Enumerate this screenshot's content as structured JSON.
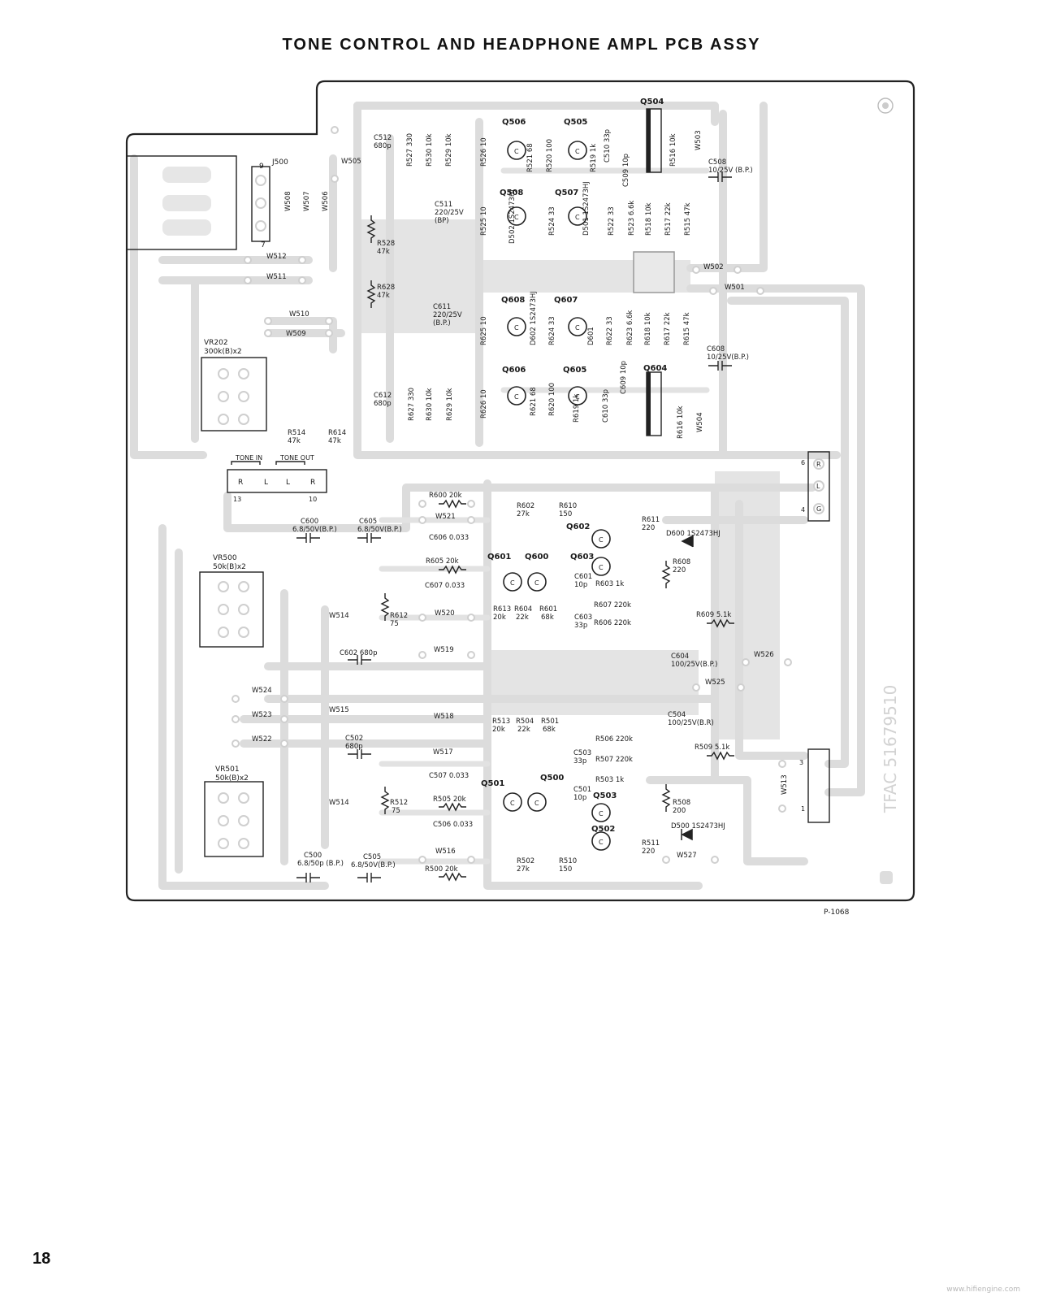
{
  "document": {
    "title": "TONE CONTROL AND HEADPHONE AMPL PCB ASSY",
    "page_number": "18",
    "drawing_number": "P-1068",
    "watermark": "www.hifiengine.com",
    "edge_marking": "TFAC 51679510"
  },
  "transistors": [
    {
      "id": "q506",
      "label": "Q506"
    },
    {
      "id": "q505",
      "label": "Q505"
    },
    {
      "id": "q508",
      "label": "Q508"
    },
    {
      "id": "q507",
      "label": "Q507"
    },
    {
      "id": "q608",
      "label": "Q608"
    },
    {
      "id": "q607",
      "label": "Q607"
    },
    {
      "id": "q606",
      "label": "Q606"
    },
    {
      "id": "q605",
      "label": "Q605"
    },
    {
      "id": "q504",
      "label": "Q504"
    },
    {
      "id": "q604",
      "label": "Q604"
    },
    {
      "id": "q601",
      "label": "Q601"
    },
    {
      "id": "q600",
      "label": "Q600"
    },
    {
      "id": "q602",
      "label": "Q602"
    },
    {
      "id": "q603",
      "label": "Q603"
    },
    {
      "id": "q501",
      "label": "Q501"
    },
    {
      "id": "q500",
      "label": "Q500"
    },
    {
      "id": "q503",
      "label": "Q503"
    },
    {
      "id": "q502",
      "label": "Q502"
    }
  ],
  "controls": {
    "j500": "J500",
    "vr202": [
      "VR202",
      "300k(B)x2"
    ],
    "vr500": [
      "VR500",
      "50k(B)x2"
    ],
    "vr501": [
      "VR501",
      "50k(B)x2"
    ],
    "tone_in": "TONE IN",
    "tone_out": "TONE OUT",
    "tone_pins": [
      "R",
      "L",
      "L",
      "R"
    ],
    "tone_nums": [
      "13",
      "10"
    ],
    "out_conn": [
      "R",
      "L",
      "G"
    ],
    "out_nums": [
      "6",
      "4"
    ],
    "conn_nums": [
      "3",
      "1"
    ],
    "j500_nums": [
      "9",
      "7"
    ]
  },
  "labels": {
    "c512": [
      "C512",
      "680p"
    ],
    "r527": "R527 330",
    "r530": "R530 10k",
    "r529": "R529 10k",
    "r526": "R526 10",
    "r521": "R521 68",
    "r520": "R520 100",
    "r519": "R519 1k",
    "c510": "C510 33p",
    "c509": "C509 10p",
    "r516": "R516 10k",
    "w503": "W503",
    "c508": [
      "C508",
      "10/25V (B.P.)"
    ],
    "w505": "W505",
    "w508": "W508",
    "w507": "W507",
    "w506": "W506",
    "c511": [
      "C511",
      "220/25V",
      "(BP)"
    ],
    "r525": "R525 10",
    "d502": "D502 1S2473HJ",
    "r524": "R524 33",
    "d501": "D501 1S2473HJ",
    "r522": "R522 33",
    "r523": "R523 6.6k",
    "r518": "R518 10k",
    "r517": "R517 22k",
    "r515": "R515 47k",
    "r528": [
      "R528",
      "47k"
    ],
    "r628": [
      "R628",
      "47k"
    ],
    "w512": "W512",
    "w511": "W511",
    "w502": "W502",
    "w501": "W501",
    "w510": "W510",
    "w509": "W509",
    "c611": [
      "C611",
      "220/25V",
      "(B.P.)"
    ],
    "r625": "R625 10",
    "d602": "D602 1S2473HJ",
    "r624": "R624 33",
    "d601": "D601",
    "r622": "R622 33",
    "r623": "R623 6.6k",
    "r618": "R618 10k",
    "r617": "R617 22k",
    "r615": "R615 47k",
    "c608": [
      "C608",
      "10/25V(B.P.)"
    ],
    "c612": [
      "C612",
      "680p"
    ],
    "r627": "R627 330",
    "r630": "R630 10k",
    "r629": "R629 10k",
    "r626": "R626 10",
    "r621": "R621 68",
    "r620": "R620 100",
    "r619": "R619 1k",
    "c610": "C610 33p",
    "c609": "C609 10p",
    "r616": "R616 10k",
    "w504": "W504",
    "r514": [
      "R514",
      "47k"
    ],
    "r614": [
      "R614",
      "47k"
    ],
    "r600": "R600 20k",
    "w521": "W521",
    "r602": [
      "R602",
      "27k"
    ],
    "r610": [
      "R610",
      "150"
    ],
    "r611": [
      "R611",
      "220"
    ],
    "d600": "D600 1S2473HJ",
    "c600": [
      "C600",
      "6.8/50V(B.P.)"
    ],
    "c605": [
      "C605",
      "6.8/50V(B.P.)"
    ],
    "c606": "C606 0.033",
    "r605": "R605 20k",
    "c607": "C607 0.033",
    "c601": [
      "C601",
      "10p"
    ],
    "r603": "R603 1k",
    "r608": [
      "R608",
      "220"
    ],
    "w514a": "W514",
    "r612": [
      "R612",
      "75"
    ],
    "w520": "W520",
    "r613": [
      "R613",
      "20k"
    ],
    "r604": [
      "R604",
      "22k"
    ],
    "r601": [
      "R601",
      "68k"
    ],
    "c603": [
      "C603",
      "33p"
    ],
    "r607": "R607 220k",
    "r606": "R606 220k",
    "r609": "R609 5.1k",
    "c602": "C602 680p",
    "w519": "W519",
    "c604": [
      "C604",
      "100/25V(B.P.)"
    ],
    "w526": "W526",
    "w524": "W524",
    "w525": "W525",
    "w515": "W515",
    "w523": "W523",
    "w518": "W518",
    "r513": [
      "R513",
      "20k"
    ],
    "r504": [
      "R504",
      "22k"
    ],
    "r501": [
      "R501",
      "68k"
    ],
    "c504": [
      "C504",
      "100/25V(B.R)"
    ],
    "w522": "W522",
    "c502": [
      "C502",
      "680p"
    ],
    "r506": "R506 220k",
    "c503": [
      "C503",
      "33p"
    ],
    "r507": "R507 220k",
    "r509": "R509 5.1k",
    "w517": "W517",
    "c507": "C507 0.033",
    "r503": "R503 1k",
    "c501": [
      "C501",
      "10p"
    ],
    "w513": "W513",
    "w514b": "W514",
    "r512": [
      "R512",
      "75"
    ],
    "r505": "R505 20k",
    "r508": [
      "R508",
      "200"
    ],
    "c506b": "C506 0.033",
    "d500": "D500 1S2473HJ",
    "r511": [
      "R511",
      "220"
    ],
    "w516": "W516",
    "w527": "W527",
    "c500": [
      "C500",
      "6.8/50p (B.P.)"
    ],
    "c505": [
      "C505",
      "6.8/50V(B.P.)"
    ],
    "r500": "R500 20k",
    "r502": [
      "R502",
      "27k"
    ],
    "r510": [
      "R510",
      "150"
    ]
  }
}
